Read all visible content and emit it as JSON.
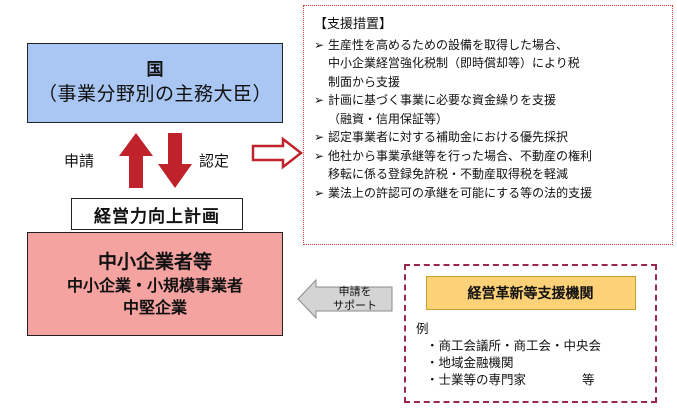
{
  "government": {
    "title": "国",
    "subtitle": "（事業分野別の主務大臣）"
  },
  "arrows": {
    "apply": "申請",
    "approve": "認定",
    "support": "申請を\nサポート"
  },
  "plan_label": "経営力向上計画",
  "sme": {
    "title": "中小企業者等",
    "line2": "中小企業・小規模事業者",
    "line3": "中堅企業"
  },
  "measures": {
    "heading": "【支援措置】",
    "items": [
      {
        "lines": [
          "生産性を高めるための設備を取得した場合、",
          "中小企業経営強化税制（即時償却等）により税",
          "制面から支援"
        ]
      },
      {
        "lines": [
          "計画に基づく事業に必要な資金繰りを支援",
          "（融資・信用保証等）"
        ]
      },
      {
        "lines": [
          "認定事業者に対する補助金における優先採択"
        ]
      },
      {
        "lines": [
          "他社から事業承継等を行った場合、不動産の権利",
          "移転に係る登録免許税・不動産取得税を軽減"
        ]
      },
      {
        "lines": [
          "業法上の許認可の承継を可能にする等の法的支援"
        ]
      }
    ]
  },
  "support_org": {
    "title": "経営革新等支援機関",
    "example_label": "例",
    "items": [
      "・商工会議所・商工会・中央会",
      "・地域金融機関",
      "・士業等の専門家"
    ],
    "etc": "等"
  }
}
